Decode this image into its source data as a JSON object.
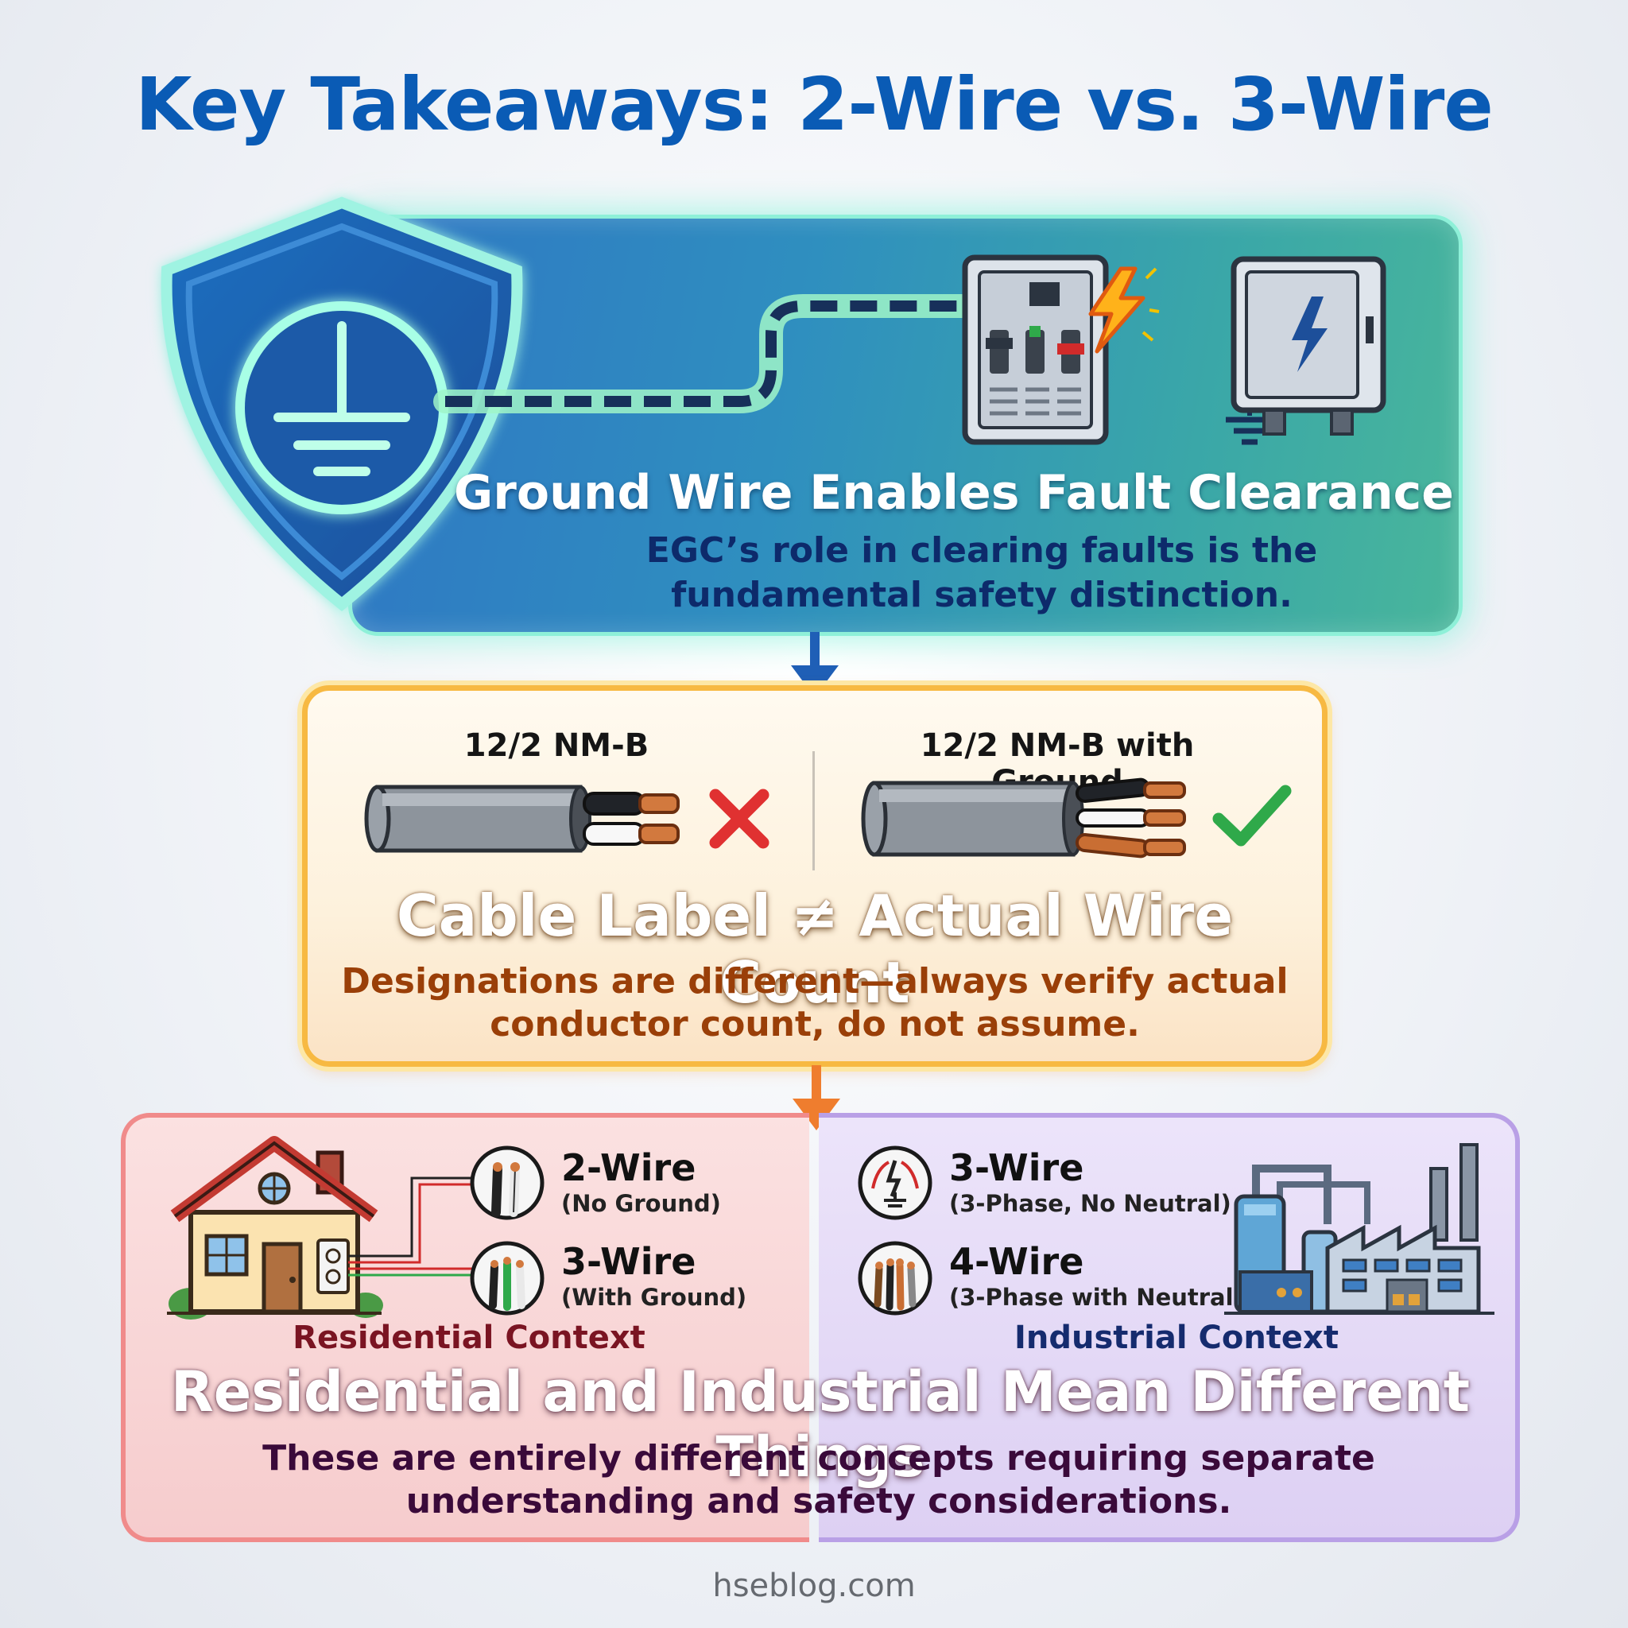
{
  "title": "Key Takeaways: 2-Wire vs. 3-Wire",
  "colors": {
    "title_blue": "#0a5bb5",
    "panel_ground_teal": "#3aa7a8",
    "panel_cable_orange": "#f7b942",
    "panel_residential_red": "#f08b8b",
    "panel_industrial_purple": "#b9a0e6",
    "check_green": "#2fa94a",
    "cross_red": "#e03131"
  },
  "ground_panel": {
    "title": "Ground Wire Enables Fault Clearance",
    "body_line1": "EGC’s role in clearing faults is the",
    "body_line2": "fundamental safety distinction.",
    "icons": [
      "shield-ground-icon",
      "breaker-panel-icon",
      "lightning-icon",
      "electrical-box-icon",
      "ground-symbol-icon"
    ]
  },
  "cable_panel": {
    "left_label": "12/2 NM-B",
    "right_label": "12/2 NM-B with Ground",
    "title": "Cable Label ≠ Actual Wire Count",
    "body_line1": "Designations are different—always verify actual",
    "body_line2": "conductor count, do not assume.",
    "icons": [
      "two-conductor-cable-icon",
      "cross-icon",
      "three-conductor-cable-icon",
      "check-icon"
    ]
  },
  "residential": {
    "context": "Residential Context",
    "items": [
      {
        "title": "2-Wire",
        "sub": "(No Ground)",
        "icon": "two-wire-icon"
      },
      {
        "title": "3-Wire",
        "sub": "(With Ground)",
        "icon": "three-wire-icon"
      }
    ],
    "icon": "house-icon"
  },
  "industrial": {
    "context": "Industrial Context",
    "items": [
      {
        "title": "3-Wire",
        "sub": "(3-Phase, No Neutral)",
        "icon": "three-phase-icon"
      },
      {
        "title": "4-Wire",
        "sub": "(3-Phase with Neutral)",
        "icon": "four-wire-icon"
      }
    ],
    "icon": "factory-icon"
  },
  "bottom": {
    "title": "Residential and Industrial Mean Different Things",
    "body_line1": "These are entirely different concepts requiring separate",
    "body_line2": "understanding and safety considerations."
  },
  "footer": "hseblog.com"
}
